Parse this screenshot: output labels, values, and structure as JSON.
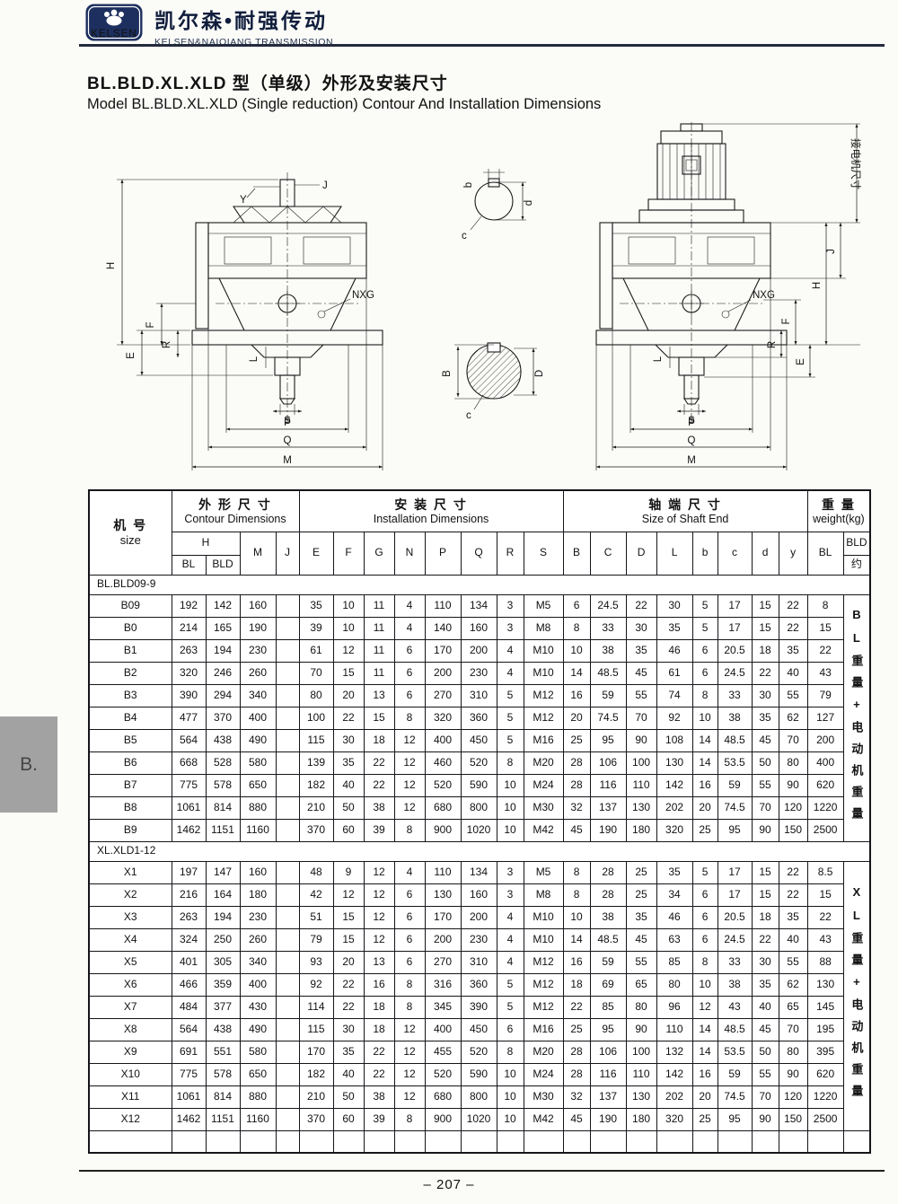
{
  "header": {
    "logo_text": "KELSEN",
    "brand_cn": "凯尔森•耐强传动",
    "brand_en": "KELSEN&NAIQIANG TRANSMISSION"
  },
  "title": {
    "cn": "BL.BLD.XL.XLD 型（单级）外形及安装尺寸",
    "en": "Model BL.BLD.XL.XLD (Single reduction) Contour And Installation Dimensions"
  },
  "side_tab": "B.",
  "page_number": "– 207 –",
  "drawings": {
    "left": {
      "Y": "Y",
      "J": "J",
      "H": "H",
      "F": "F",
      "E": "E",
      "R": "R",
      "L": "L",
      "S": "S",
      "P": "P",
      "Q": "Q",
      "M": "M",
      "NXG": "NXG"
    },
    "shaft_top_detail": {
      "b": "b",
      "c": "c",
      "d": "d"
    },
    "shaft_bottom_detail": {
      "B": "B",
      "c": "c",
      "D": "D"
    },
    "right": {
      "J": "J",
      "H": "H",
      "F": "F",
      "E": "E",
      "R": "R",
      "L": "L",
      "S": "S",
      "P": "P",
      "Q": "Q",
      "M": "M",
      "NXG": "NXG",
      "motor_dim": "接电机尺寸"
    }
  },
  "table": {
    "header": {
      "size_cn": "机 号",
      "size_en": "size",
      "contour_cn": "外 形 尺 寸",
      "contour_en": "Contour Dimensions",
      "install_cn": "安 装 尺 寸",
      "install_en": "Installation Dimensions",
      "shaft_cn": "轴 端 尺 寸",
      "shaft_en": "Size of Shaft End",
      "weight_cn": "重 量",
      "weight_en": "weight(kg)",
      "h_label": "H",
      "h_sub": [
        "BL",
        "BLD"
      ],
      "m_label": "M",
      "j_label": "J",
      "install_cols": [
        "E",
        "F",
        "G",
        "N",
        "P",
        "Q",
        "R",
        "S"
      ],
      "shaft_cols": [
        "B",
        "C",
        "D",
        "L",
        "b",
        "c",
        "d",
        "y"
      ],
      "weight_bl": "BL",
      "weight_bld": "BLD",
      "weight_approx": "约"
    },
    "sections": [
      {
        "label": "BL.BLD09-9",
        "note": "BL重量+电动机重量",
        "rows": [
          {
            "size": "B09",
            "cells": [
              "192",
              "142",
              "160",
              "",
              "35",
              "10",
              "11",
              "4",
              "110",
              "134",
              "3",
              "M5",
              "6",
              "24.5",
              "22",
              "30",
              "5",
              "17",
              "15",
              "22",
              "8"
            ]
          },
          {
            "size": "B0",
            "cells": [
              "214",
              "165",
              "190",
              "",
              "39",
              "10",
              "11",
              "4",
              "140",
              "160",
              "3",
              "M8",
              "8",
              "33",
              "30",
              "35",
              "5",
              "17",
              "15",
              "22",
              "15"
            ]
          },
          {
            "size": "B1",
            "cells": [
              "263",
              "194",
              "230",
              "",
              "61",
              "12",
              "11",
              "6",
              "170",
              "200",
              "4",
              "M10",
              "10",
              "38",
              "35",
              "46",
              "6",
              "20.5",
              "18",
              "35",
              "22"
            ]
          },
          {
            "size": "B2",
            "cells": [
              "320",
              "246",
              "260",
              "",
              "70",
              "15",
              "11",
              "6",
              "200",
              "230",
              "4",
              "M10",
              "14",
              "48.5",
              "45",
              "61",
              "6",
              "24.5",
              "22",
              "40",
              "43"
            ]
          },
          {
            "size": "B3",
            "cells": [
              "390",
              "294",
              "340",
              "",
              "80",
              "20",
              "13",
              "6",
              "270",
              "310",
              "5",
              "M12",
              "16",
              "59",
              "55",
              "74",
              "8",
              "33",
              "30",
              "55",
              "79"
            ]
          },
          {
            "size": "B4",
            "cells": [
              "477",
              "370",
              "400",
              "",
              "100",
              "22",
              "15",
              "8",
              "320",
              "360",
              "5",
              "M12",
              "20",
              "74.5",
              "70",
              "92",
              "10",
              "38",
              "35",
              "62",
              "127"
            ]
          },
          {
            "size": "B5",
            "cells": [
              "564",
              "438",
              "490",
              "",
              "115",
              "30",
              "18",
              "12",
              "400",
              "450",
              "5",
              "M16",
              "25",
              "95",
              "90",
              "108",
              "14",
              "48.5",
              "45",
              "70",
              "200"
            ]
          },
          {
            "size": "B6",
            "cells": [
              "668",
              "528",
              "580",
              "",
              "139",
              "35",
              "22",
              "12",
              "460",
              "520",
              "8",
              "M20",
              "28",
              "106",
              "100",
              "130",
              "14",
              "53.5",
              "50",
              "80",
              "400"
            ]
          },
          {
            "size": "B7",
            "cells": [
              "775",
              "578",
              "650",
              "",
              "182",
              "40",
              "22",
              "12",
              "520",
              "590",
              "10",
              "M24",
              "28",
              "116",
              "110",
              "142",
              "16",
              "59",
              "55",
              "90",
              "620"
            ]
          },
          {
            "size": "B8",
            "cells": [
              "1061",
              "814",
              "880",
              "",
              "210",
              "50",
              "38",
              "12",
              "680",
              "800",
              "10",
              "M30",
              "32",
              "137",
              "130",
              "202",
              "20",
              "74.5",
              "70",
              "120",
              "1220"
            ]
          },
          {
            "size": "B9",
            "cells": [
              "1462",
              "1151",
              "1160",
              "",
              "370",
              "60",
              "39",
              "8",
              "900",
              "1020",
              "10",
              "M42",
              "45",
              "190",
              "180",
              "320",
              "25",
              "95",
              "90",
              "150",
              "2500"
            ]
          }
        ]
      },
      {
        "label": "XL.XLD1-12",
        "note": "XL重量+电动机重量",
        "rows": [
          {
            "size": "X1",
            "cells": [
              "197",
              "147",
              "160",
              "",
              "48",
              "9",
              "12",
              "4",
              "110",
              "134",
              "3",
              "M5",
              "8",
              "28",
              "25",
              "35",
              "5",
              "17",
              "15",
              "22",
              "8.5"
            ]
          },
          {
            "size": "X2",
            "cells": [
              "216",
              "164",
              "180",
              "",
              "42",
              "12",
              "12",
              "6",
              "130",
              "160",
              "3",
              "M8",
              "8",
              "28",
              "25",
              "34",
              "6",
              "17",
              "15",
              "22",
              "15"
            ]
          },
          {
            "size": "X3",
            "cells": [
              "263",
              "194",
              "230",
              "",
              "51",
              "15",
              "12",
              "6",
              "170",
              "200",
              "4",
              "M10",
              "10",
              "38",
              "35",
              "46",
              "6",
              "20.5",
              "18",
              "35",
              "22"
            ]
          },
          {
            "size": "X4",
            "cells": [
              "324",
              "250",
              "260",
              "",
              "79",
              "15",
              "12",
              "6",
              "200",
              "230",
              "4",
              "M10",
              "14",
              "48.5",
              "45",
              "63",
              "6",
              "24.5",
              "22",
              "40",
              "43"
            ]
          },
          {
            "size": "X5",
            "cells": [
              "401",
              "305",
              "340",
              "",
              "93",
              "20",
              "13",
              "6",
              "270",
              "310",
              "4",
              "M12",
              "16",
              "59",
              "55",
              "85",
              "8",
              "33",
              "30",
              "55",
              "88"
            ]
          },
          {
            "size": "X6",
            "cells": [
              "466",
              "359",
              "400",
              "",
              "92",
              "22",
              "16",
              "8",
              "316",
              "360",
              "5",
              "M12",
              "18",
              "69",
              "65",
              "80",
              "10",
              "38",
              "35",
              "62",
              "130"
            ]
          },
          {
            "size": "X7",
            "cells": [
              "484",
              "377",
              "430",
              "",
              "114",
              "22",
              "18",
              "8",
              "345",
              "390",
              "5",
              "M12",
              "22",
              "85",
              "80",
              "96",
              "12",
              "43",
              "40",
              "65",
              "145"
            ]
          },
          {
            "size": "X8",
            "cells": [
              "564",
              "438",
              "490",
              "",
              "115",
              "30",
              "18",
              "12",
              "400",
              "450",
              "6",
              "M16",
              "25",
              "95",
              "90",
              "110",
              "14",
              "48.5",
              "45",
              "70",
              "195"
            ]
          },
          {
            "size": "X9",
            "cells": [
              "691",
              "551",
              "580",
              "",
              "170",
              "35",
              "22",
              "12",
              "455",
              "520",
              "8",
              "M20",
              "28",
              "106",
              "100",
              "132",
              "14",
              "53.5",
              "50",
              "80",
              "395"
            ]
          },
          {
            "size": "X10",
            "cells": [
              "775",
              "578",
              "650",
              "",
              "182",
              "40",
              "22",
              "12",
              "520",
              "590",
              "10",
              "M24",
              "28",
              "116",
              "110",
              "142",
              "16",
              "59",
              "55",
              "90",
              "620"
            ]
          },
          {
            "size": "X11",
            "cells": [
              "1061",
              "814",
              "880",
              "",
              "210",
              "50",
              "38",
              "12",
              "680",
              "800",
              "10",
              "M30",
              "32",
              "137",
              "130",
              "202",
              "20",
              "74.5",
              "70",
              "120",
              "1220"
            ]
          },
          {
            "size": "X12",
            "cells": [
              "1462",
              "1151",
              "1160",
              "",
              "370",
              "60",
              "39",
              "8",
              "900",
              "1020",
              "10",
              "M42",
              "45",
              "190",
              "180",
              "320",
              "25",
              "95",
              "90",
              "150",
              "2500"
            ]
          }
        ]
      }
    ]
  }
}
